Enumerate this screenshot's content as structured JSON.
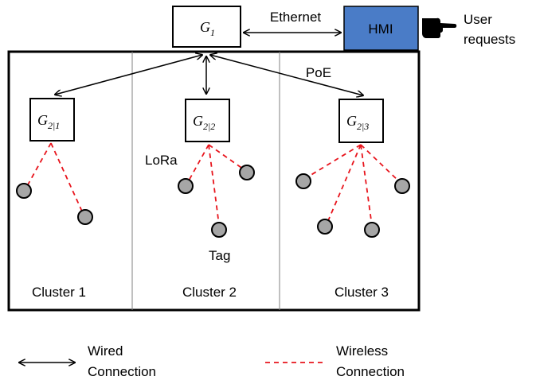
{
  "nodes": {
    "g1": {
      "symbol": "G",
      "subscript": "1"
    },
    "g21": {
      "symbol": "G",
      "subscript": "2|1"
    },
    "g22": {
      "symbol": "G",
      "subscript": "2|2"
    },
    "g23": {
      "symbol": "G",
      "subscript": "2|3"
    },
    "hmi": {
      "label": "HMI",
      "color": "#4a7cc7"
    }
  },
  "labels": {
    "ethernet": "Ethernet",
    "poe": "PoE",
    "lora": "LoRa",
    "tag": "Tag",
    "user_line1": "User",
    "user_line2": "requests"
  },
  "clusters": [
    {
      "label": "Cluster 1"
    },
    {
      "label": "Cluster 2"
    },
    {
      "label": "Cluster 3"
    }
  ],
  "legend": {
    "wired_line1": "Wired",
    "wired_line2": "Connection",
    "wireless_line1": "Wireless",
    "wireless_line2": "Connection"
  },
  "colors": {
    "wired": "#000000",
    "wireless": "#e8141c",
    "tag_fill": "#a6a6a6"
  },
  "icons": [
    "pointing-hand-icon"
  ]
}
